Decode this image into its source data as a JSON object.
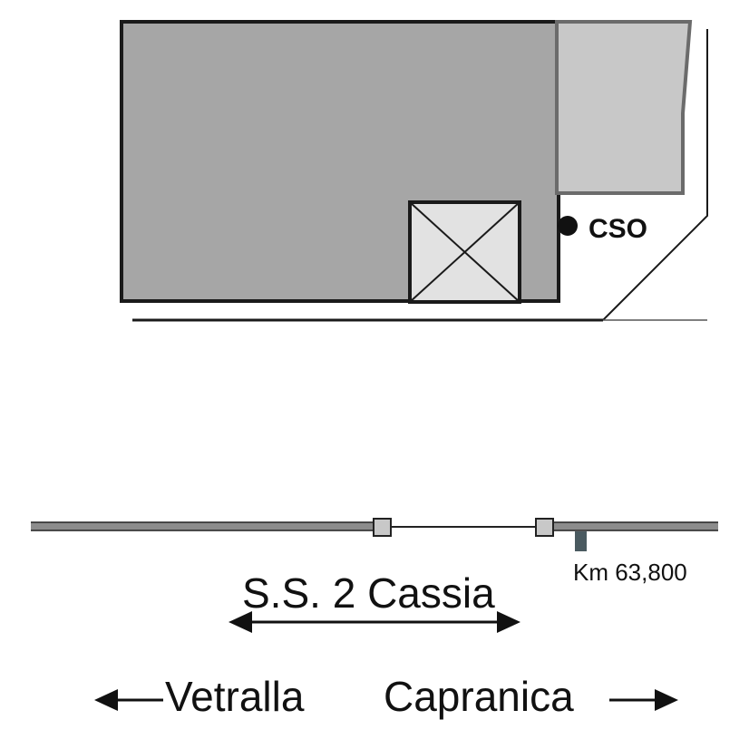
{
  "map": {
    "marker_label": "CSO",
    "road_name": "S.S. 2 Cassia",
    "km_label": "Km 63,800",
    "direction_left": "Vetralla",
    "direction_right": "Capranica"
  },
  "colors": {
    "main_building": "#a6a6a6",
    "annex_building": "#c8c8c8",
    "crossed_box": "#e2e2e2",
    "outline": "#1a1a1a",
    "annex_outline": "#6b6b6b",
    "road_gray": "#8c8c8c",
    "km_post": "#4a5a60"
  }
}
